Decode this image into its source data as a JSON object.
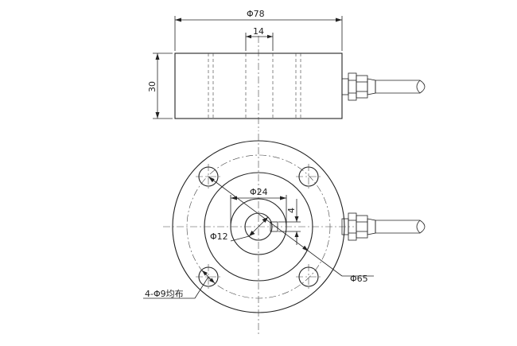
{
  "labels": {
    "outer_diameter": "Φ78",
    "center_width": "14",
    "height": "30",
    "boss_diameter": "Φ24",
    "key_width": "4",
    "bore_diameter": "Φ12",
    "bolt_circle": "Φ65",
    "holes": "4-Φ9均布"
  },
  "colors": {
    "body_light": "#fafafa",
    "body_mid": "#e8e8e8",
    "body_dark": "#cfcfcf",
    "line": "#222222"
  }
}
